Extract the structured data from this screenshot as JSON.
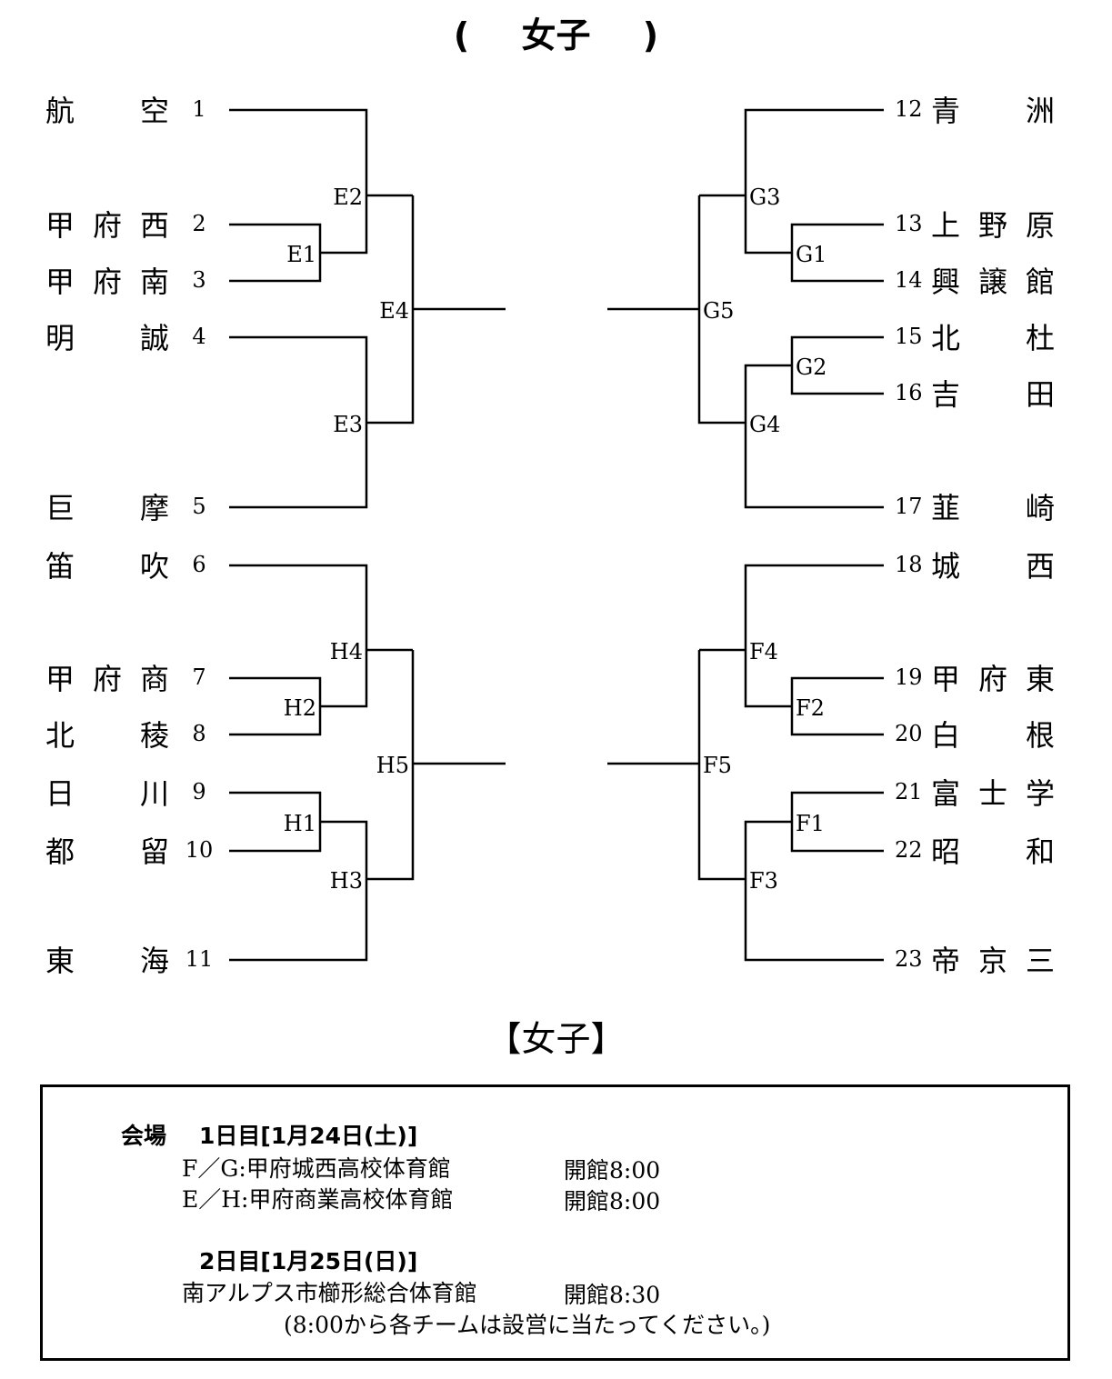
{
  "title": {
    "open": "(",
    "text": "女子",
    "close": ")"
  },
  "left_teams": [
    {
      "num": "1",
      "name": "航空"
    },
    {
      "num": "2",
      "name": "甲府西"
    },
    {
      "num": "3",
      "name": "甲府南"
    },
    {
      "num": "4",
      "name": "明誠"
    },
    {
      "num": "5",
      "name": "巨摩"
    },
    {
      "num": "6",
      "name": "笛吹"
    },
    {
      "num": "7",
      "name": "甲府商"
    },
    {
      "num": "8",
      "name": "北稜"
    },
    {
      "num": "9",
      "name": "日川"
    },
    {
      "num": "10",
      "name": "都留"
    },
    {
      "num": "11",
      "name": "東海"
    }
  ],
  "right_teams": [
    {
      "num": "12",
      "name": "青洲"
    },
    {
      "num": "13",
      "name": "上野原"
    },
    {
      "num": "14",
      "name": "興譲館"
    },
    {
      "num": "15",
      "name": "北杜"
    },
    {
      "num": "16",
      "name": "吉田"
    },
    {
      "num": "17",
      "name": "韮崎"
    },
    {
      "num": "18",
      "name": "城西"
    },
    {
      "num": "19",
      "name": "甲府東"
    },
    {
      "num": "20",
      "name": "白根"
    },
    {
      "num": "21",
      "name": "富士学"
    },
    {
      "num": "22",
      "name": "昭和"
    },
    {
      "num": "23",
      "name": "帝京三"
    }
  ],
  "matches": {
    "E1": "E1",
    "E2": "E2",
    "E3": "E3",
    "E4": "E4",
    "H1": "H1",
    "H2": "H2",
    "H3": "H3",
    "H4": "H4",
    "H5": "H5",
    "G1": "G1",
    "G2": "G2",
    "G3": "G3",
    "G4": "G4",
    "G5": "G5",
    "F1": "F1",
    "F2": "F2",
    "F3": "F3",
    "F4": "F4",
    "F5": "F5"
  },
  "subtitle": "【女子】",
  "info": {
    "venue_label": "会場",
    "day1": "1日目[1月24日(土)]",
    "day1_venues": [
      {
        "text": "F／G:甲府城西高校体育館",
        "open": "開館8:00"
      },
      {
        "text": "E／H:甲府商業高校体育館",
        "open": "開館8:00"
      }
    ],
    "day2": "2日目[1月25日(日)]",
    "day2_venue": {
      "text": "南アルプス市櫛形総合体育館",
      "open": "開館8:30"
    },
    "note": "(8:00から各チームは設営に当たってください。)"
  }
}
